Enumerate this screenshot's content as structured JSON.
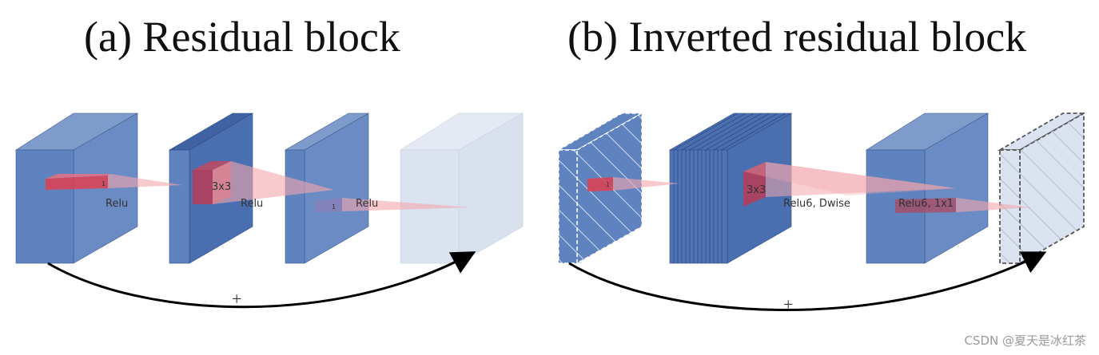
{
  "panel_a": {
    "title": "(a) Residual block",
    "kernel_1": "1",
    "kernel_2": "3x3",
    "kernel_3": "1",
    "act_1": "Relu",
    "act_2": "Relu",
    "act_3": "Relu",
    "skip_op": "+"
  },
  "panel_b": {
    "title": "(b) Inverted residual block",
    "kernel_1": "1",
    "kernel_2": "3x3",
    "act_2": "Relu6, Dwise",
    "act_3": "Relu6, 1x1",
    "skip_op": "+"
  },
  "watermark": "CSDN @夏天是冰红茶",
  "colors": {
    "block_blue": "#5f83bf",
    "block_dark": "#4a6fb0",
    "block_light": "#d9e1ef",
    "kernel_red": "#d93a4a",
    "cone_pink": "#f4a6ad"
  }
}
